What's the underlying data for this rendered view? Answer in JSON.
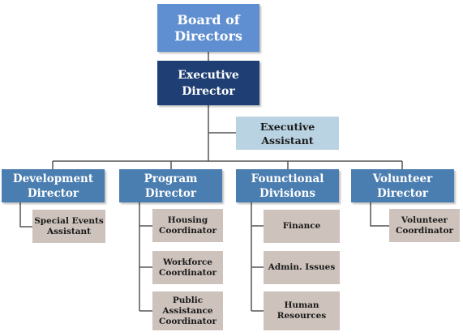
{
  "org_chart": {
    "board": "Board of\nDirectors",
    "executive_director": "Executive\nDirector",
    "executive_assistant": "Executive\nAssistant",
    "departments": [
      {
        "title": "Development\nDirector",
        "staff": [
          "Special Events\nAssistant"
        ]
      },
      {
        "title": "Program\nDirector",
        "staff": [
          "Housing\nCoordinator",
          "Workforce\nCoordinator",
          "Public\nAssistance\nCoordinator"
        ]
      },
      {
        "title": "Founctional\nDivisions",
        "staff": [
          "Finance",
          "Admin. Issues",
          "Human\nResources"
        ]
      },
      {
        "title": "Volunteer\nDirector",
        "staff": [
          "Volunteer\nCoordinator"
        ]
      }
    ]
  },
  "colors": {
    "board": "#5f8fd0",
    "executive": "#1f3f74",
    "assistant": "#b9d3e2",
    "department": "#4a7db0",
    "staff": "#cdc2bc",
    "connector": "#555555"
  }
}
